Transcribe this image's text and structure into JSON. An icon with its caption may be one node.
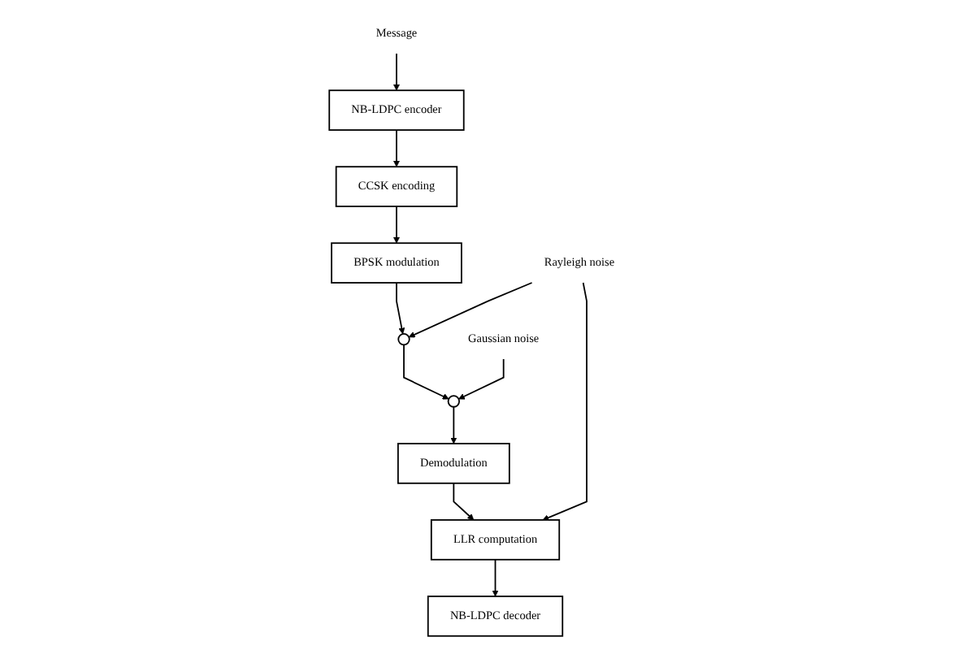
{
  "diagram": {
    "nodes": [
      {
        "text": [
          "Message"
        ]
      },
      {
        "text": [
          "NB-LDPC encoder"
        ]
      },
      {
        "text": [
          "CCSK encoding"
        ]
      },
      {
        "text": [
          "BPSK modulation"
        ]
      },
      {
        "text": [],
        "shape": "circle"
      },
      {
        "text": [
          "Rayleigh noise"
        ]
      },
      {
        "text": [],
        "shape": "circle"
      },
      {
        "text": [
          "Gaussian noise"
        ]
      },
      {
        "text": [
          "Demodulation"
        ]
      },
      {
        "text": [
          "LLR computation"
        ]
      },
      {
        "text": [
          "NB-LDPC decoder"
        ]
      }
    ],
    "edges": [
      {
        "from": 0,
        "to": 1,
        "arrow": "to"
      },
      {
        "from": 1,
        "to": 2,
        "arrow": "to"
      },
      {
        "from": 2,
        "to": 3,
        "arrow": "to"
      },
      {
        "from": 3,
        "to": 4,
        "arrow": "to"
      },
      {
        "from": 5,
        "to": 4,
        "arrow": "to"
      },
      {
        "from": 5,
        "to": 9,
        "arrow": "to"
      },
      {
        "from": 4,
        "to": 6,
        "arrow": "to"
      },
      {
        "from": 7,
        "to": 6,
        "arrow": "to"
      },
      {
        "from": 6,
        "to": 8,
        "arrow": "to"
      },
      {
        "from": 8,
        "to": 9,
        "arrow": "to"
      },
      {
        "from": 9,
        "to": 10,
        "arrow": "to"
      }
    ]
  }
}
